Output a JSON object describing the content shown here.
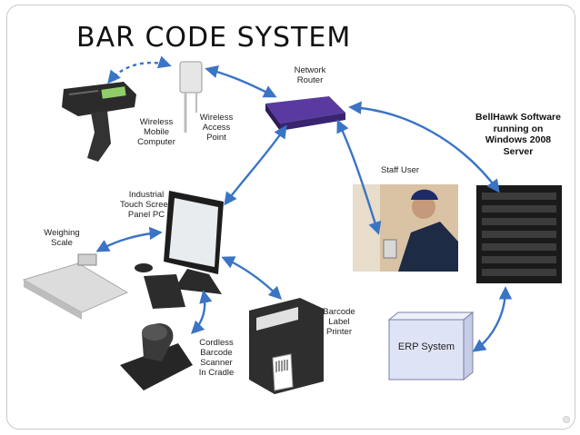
{
  "title": "BAR CODE SYSTEM",
  "labels": {
    "network_router": "Network\nRouter",
    "wireless_mobile_computer": "Wireless\nMobile\nComputer",
    "wireless_access_point": "Wireless\nAccess\nPoint",
    "industrial_touch_screen": "Industrial\nTouch Screen\nPanel PC",
    "weighing_scale": "Weighing\nScale",
    "cordless_barcode_scanner": "Cordless\nBarcode\nScanner\nIn Cradle",
    "barcode_label_printer": "Barcode\nLabel\nPrinter",
    "staff_user": "Staff User",
    "bellhawk_software": "BellHawk Software\nrunning on\nWindows 2008\nServer",
    "erp_system": "ERP System"
  },
  "colors": {
    "arrow": "#3a74c4",
    "router": "#4b2f8c",
    "erp_box": "#dfe3f6",
    "title": "#111111"
  }
}
